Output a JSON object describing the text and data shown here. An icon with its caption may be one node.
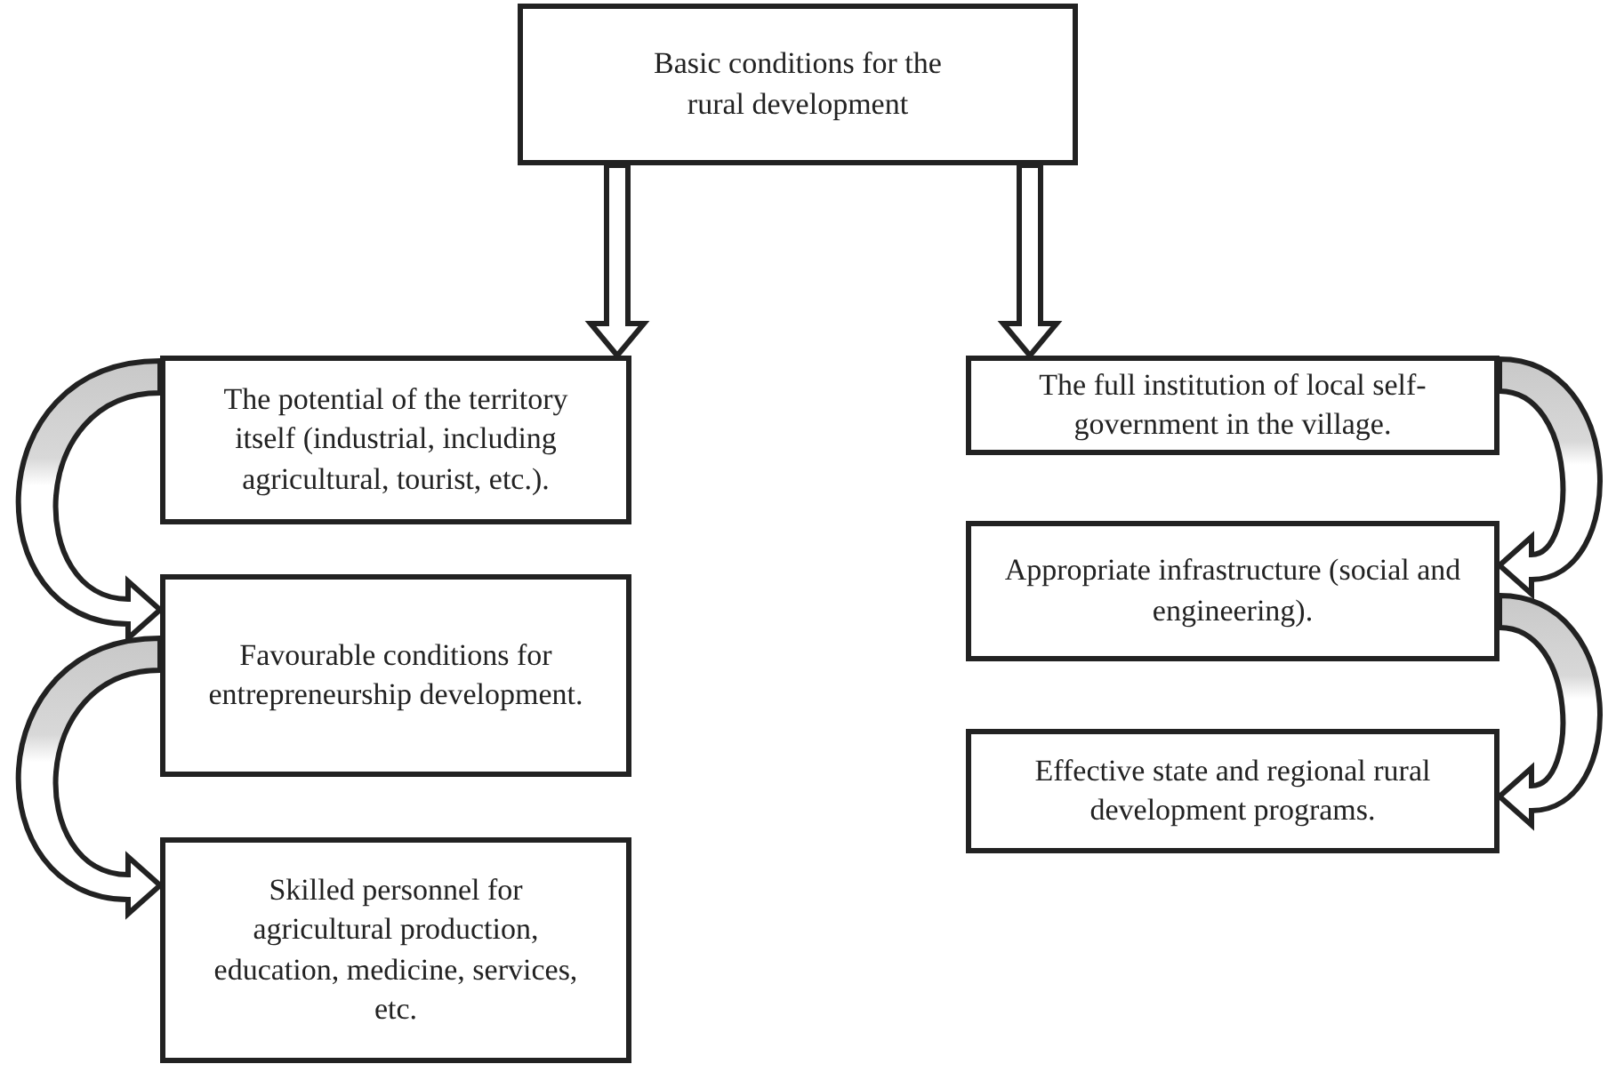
{
  "diagram": {
    "nodes": [
      {
        "text": [
          "Basic conditions for the rural development"
        ]
      },
      {
        "text": [
          "The potential of the territory itself (industrial, including agricultural, tourist, etc.)."
        ]
      },
      {
        "text": [
          "Favourable conditions for entrepreneurship development."
        ]
      },
      {
        "text": [
          "Skilled personnel for agricultural production, education, medicine, services, etc."
        ]
      },
      {
        "text": [
          "The full institution of local self-government in the village."
        ]
      },
      {
        "text": [
          "Appropriate infrastructure (social and engineering)."
        ]
      },
      {
        "text": [
          "Effective state and regional rural development programs."
        ]
      }
    ],
    "edges": [
      {
        "from": 0,
        "to": 1,
        "arrow": "to"
      },
      {
        "from": 0,
        "to": 4,
        "arrow": "to"
      },
      {
        "from": 1,
        "to": 2,
        "arrow": "to"
      },
      {
        "from": 2,
        "to": 3,
        "arrow": "to"
      },
      {
        "from": 4,
        "to": 5,
        "arrow": "to"
      },
      {
        "from": 5,
        "to": 6,
        "arrow": "to"
      }
    ]
  }
}
